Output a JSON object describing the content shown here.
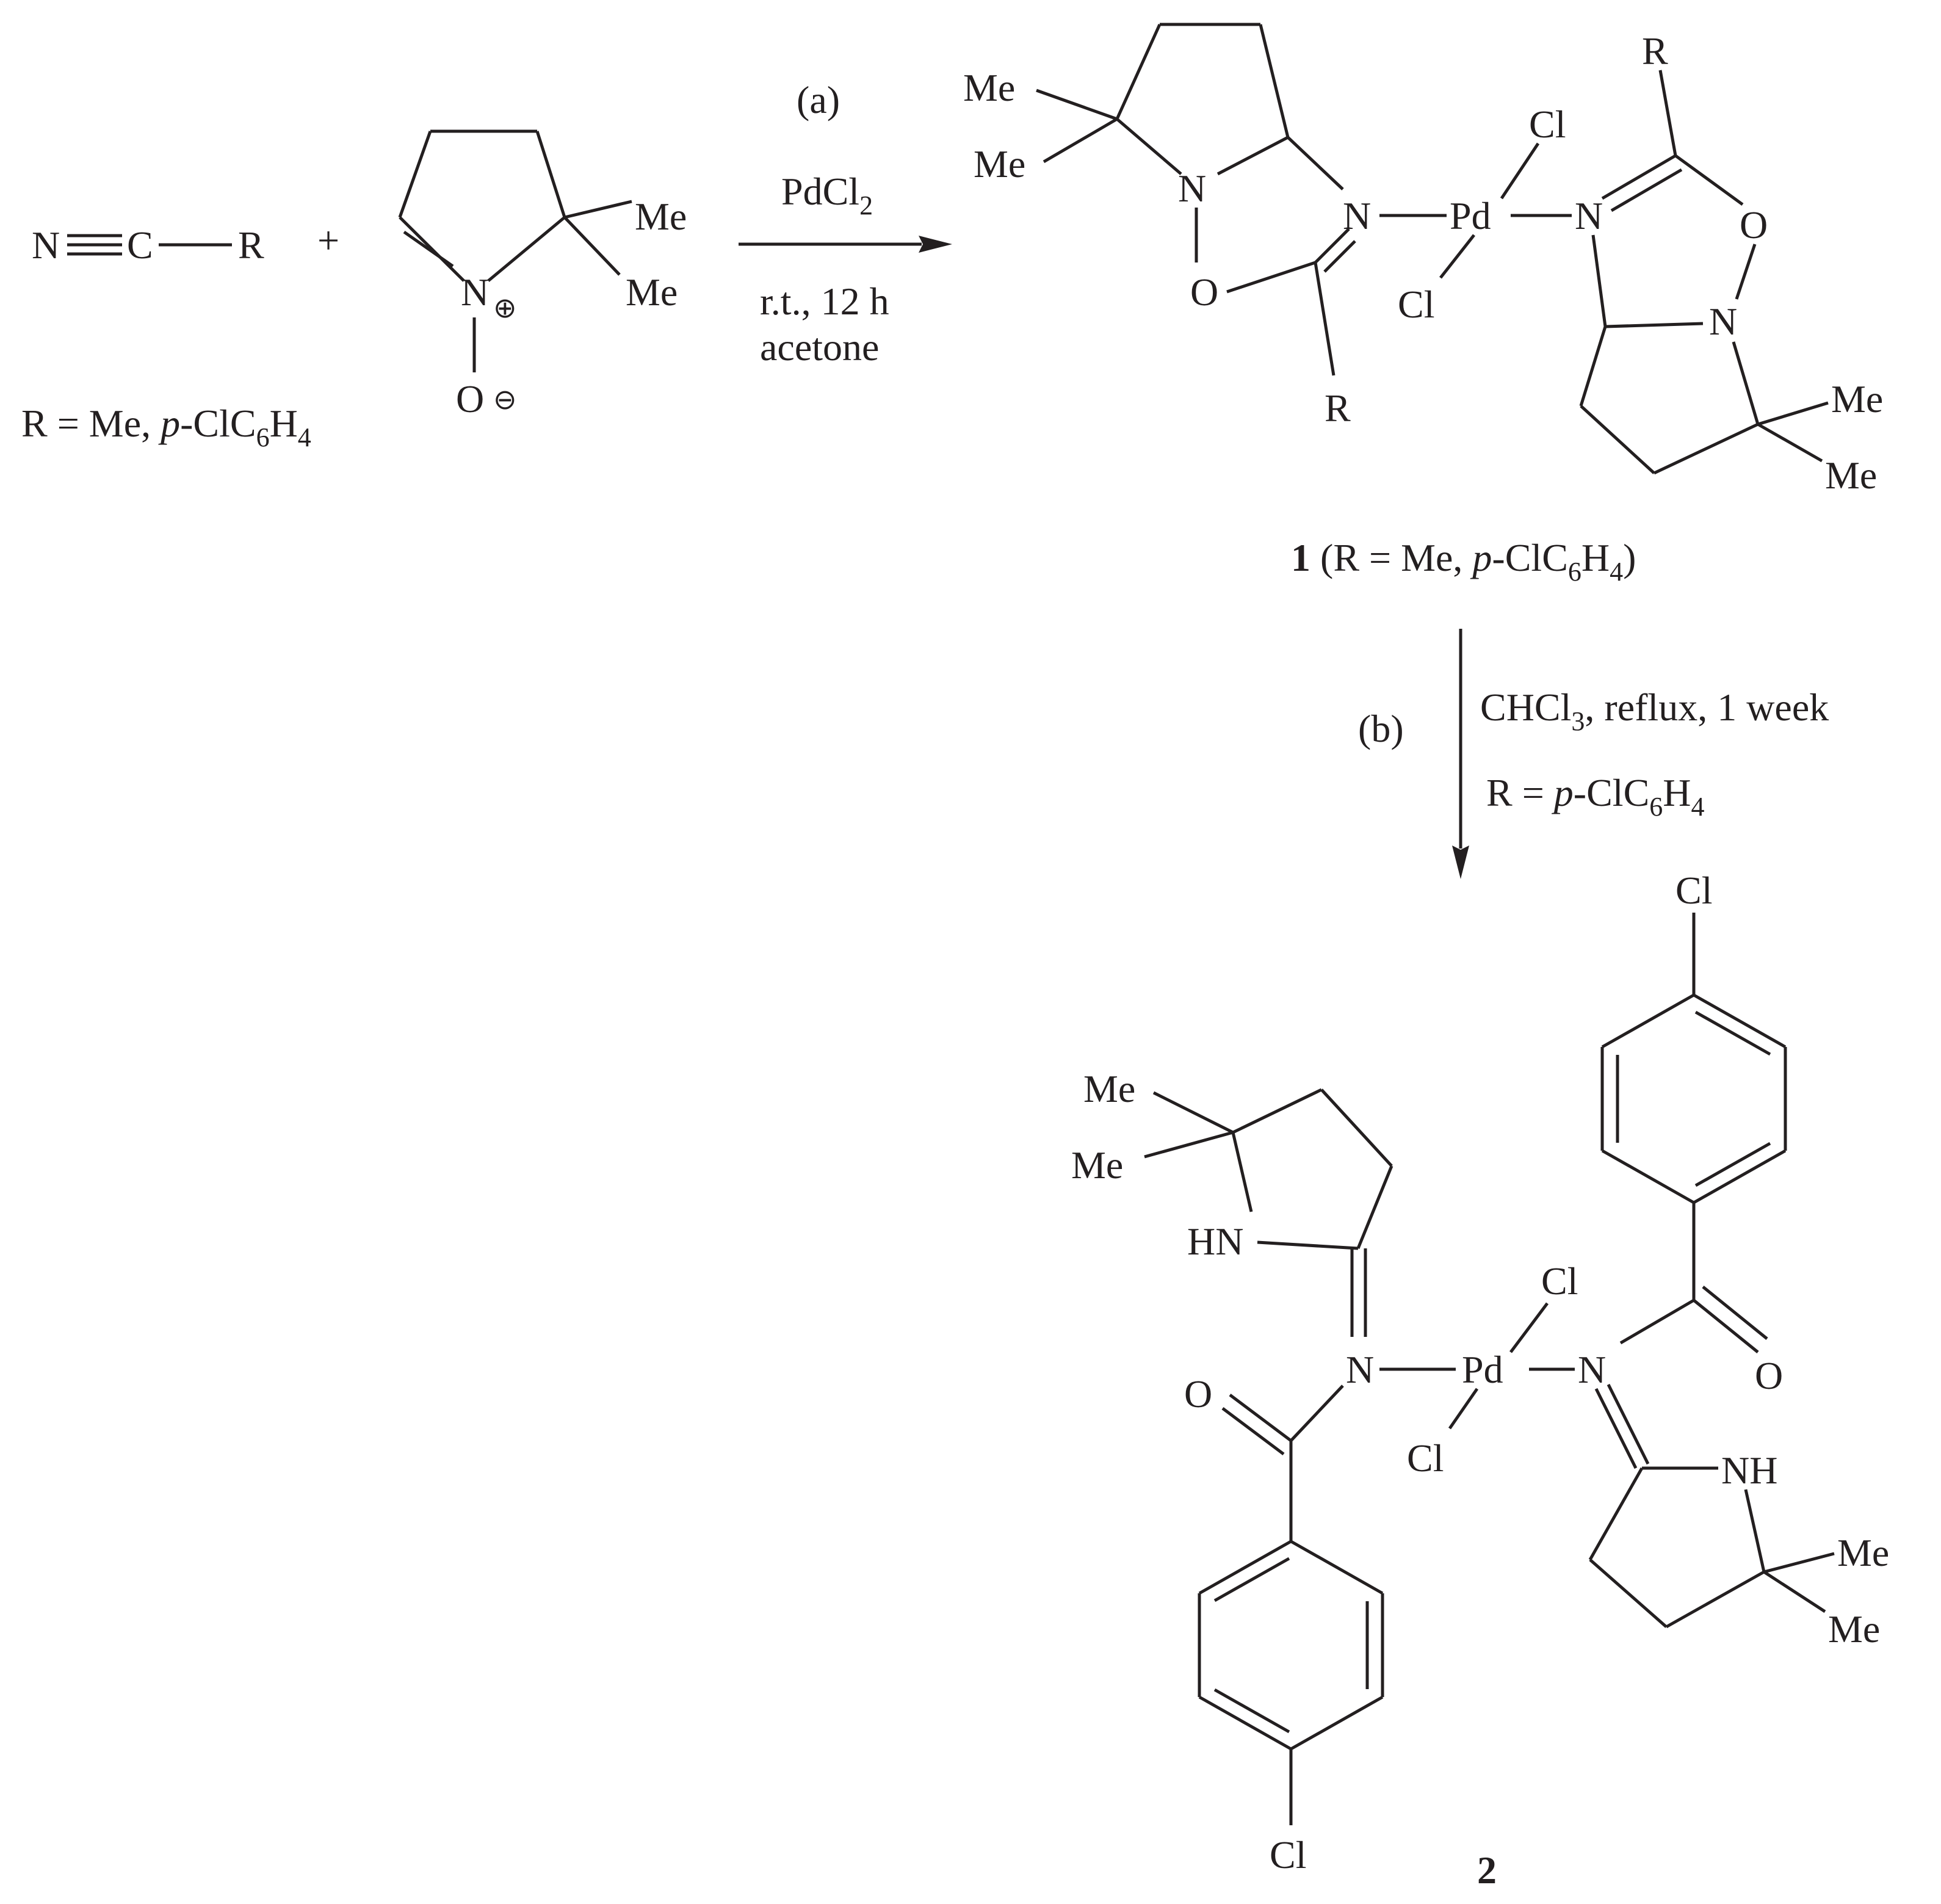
{
  "atoms": {
    "N": "N",
    "C": "C",
    "R": "R",
    "O": "O",
    "Me": "Me",
    "Cl": "Cl",
    "Pd": "Pd",
    "HN": "HN",
    "NH": "NH",
    "plus": "+",
    "pos": "⊕",
    "neg": "⊖"
  },
  "conditions_a": {
    "step": "(a)",
    "reagent": "PdCl",
    "reagent_sub": "2",
    "line1": "r.t., 12 h",
    "line2": "acetone"
  },
  "conditions_b": {
    "step": "(b)",
    "line1_pre": "CHCl",
    "line1_sub": "3",
    "line1_post": ", reflux, 1 week",
    "r_pre": "R = ",
    "r_it": "p",
    "r_mid": "-ClC",
    "r_sub1": "6",
    "r_mid2": "H",
    "r_sub2": "4"
  },
  "r_definition": {
    "pre": "R = Me, ",
    "it": "p",
    "mid": "-ClC",
    "sub1": "6",
    "mid2": "H",
    "sub2": "4"
  },
  "compound1": {
    "number": "1",
    "open": " (R = Me, ",
    "it": "p",
    "mid": "-ClC",
    "sub1": "6",
    "mid2": "H",
    "sub2": "4",
    "close": ")"
  },
  "compound2": {
    "number": "2"
  }
}
